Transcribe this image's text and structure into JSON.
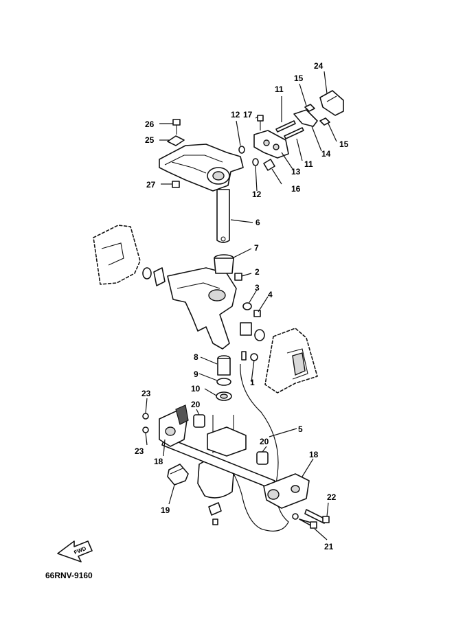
{
  "diagram": {
    "drawing_code": "66RNV-9160",
    "direction_badge": "FWD",
    "callouts": {
      "c1": "1",
      "c2": "2",
      "c3": "3",
      "c4": "4",
      "c5": "5",
      "c6": "6",
      "c7": "7",
      "c8": "8",
      "c9": "9",
      "c10": "10",
      "c11a": "11",
      "c11b": "11",
      "c12a": "12",
      "c12b": "12",
      "c13": "13",
      "c14": "14",
      "c15a": "15",
      "c15b": "15",
      "c16": "16",
      "c17": "17",
      "c18a": "18",
      "c18b": "18",
      "c19": "19",
      "c20a": "20",
      "c20b": "20",
      "c21": "21",
      "c22": "22",
      "c23a": "23",
      "c23b": "23",
      "c24": "24",
      "c25": "25",
      "c26": "26",
      "c27": "27"
    }
  }
}
